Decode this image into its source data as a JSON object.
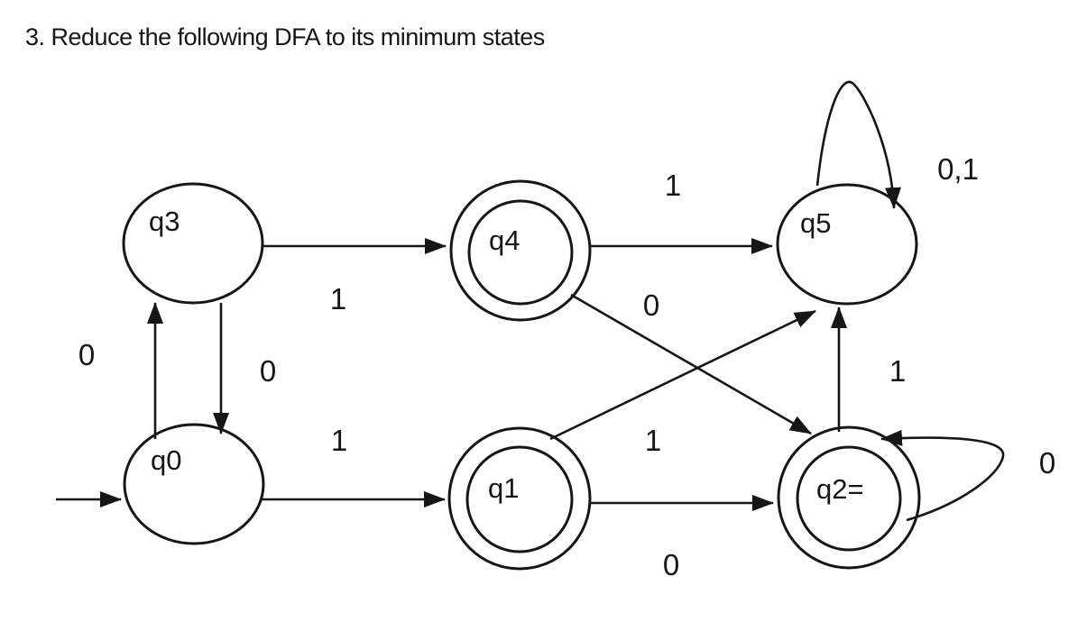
{
  "title": "3. Reduce the following DFA to its minimum states",
  "dfa": {
    "alphabet": [
      "0",
      "1"
    ],
    "start_state": "q0",
    "states": [
      {
        "id": "q0",
        "label": "q0",
        "accepting": false,
        "start": true
      },
      {
        "id": "q1",
        "label": "q1",
        "accepting": true,
        "start": false
      },
      {
        "id": "q2",
        "label": "q2=",
        "accepting": true,
        "start": false
      },
      {
        "id": "q3",
        "label": "q3",
        "accepting": false,
        "start": false
      },
      {
        "id": "q4",
        "label": "q4",
        "accepting": true,
        "start": false
      },
      {
        "id": "q5",
        "label": "q5",
        "accepting": false,
        "start": false
      }
    ],
    "transitions": [
      {
        "from": "q0",
        "to": "q3",
        "symbol": "0"
      },
      {
        "from": "q3",
        "to": "q0",
        "symbol": "0"
      },
      {
        "from": "q3",
        "to": "q4",
        "symbol": "1"
      },
      {
        "from": "q0",
        "to": "q1",
        "symbol": "1"
      },
      {
        "from": "q4",
        "to": "q5",
        "symbol": "1"
      },
      {
        "from": "q4",
        "to": "q2",
        "symbol": "0"
      },
      {
        "from": "q1",
        "to": "q5",
        "symbol": "1"
      },
      {
        "from": "q1",
        "to": "q2",
        "symbol": "0"
      },
      {
        "from": "q2",
        "to": "q5",
        "symbol": "1"
      },
      {
        "from": "q2",
        "to": "q2",
        "symbol": "0"
      },
      {
        "from": "q5",
        "to": "q5",
        "symbol": "0,1"
      }
    ],
    "colors": {
      "ink": "#161616",
      "background": "#ffffff"
    }
  }
}
